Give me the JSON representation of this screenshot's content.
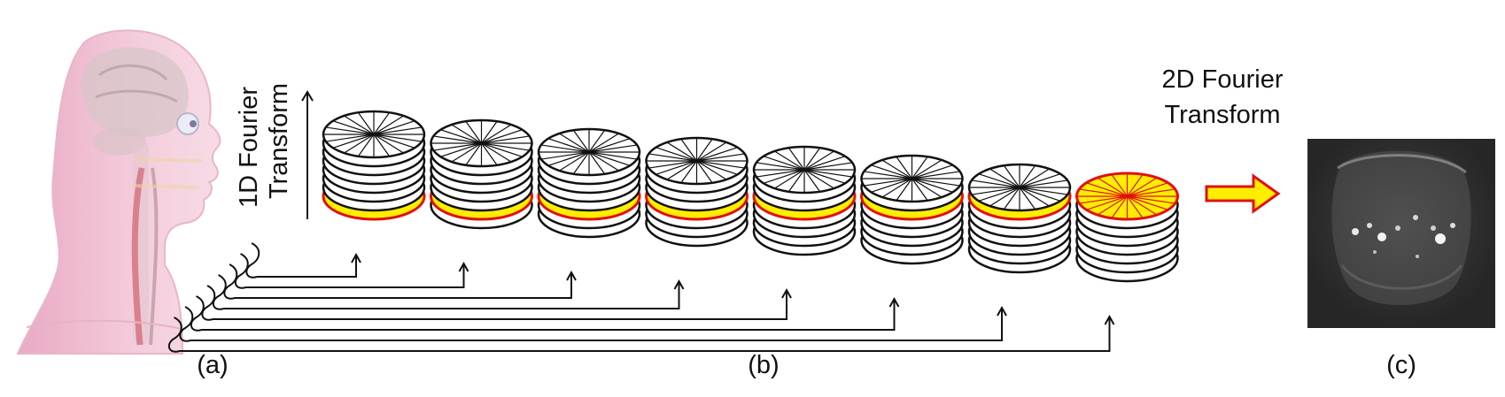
{
  "labels": {
    "panel_a": "(a)",
    "panel_b": "(b)",
    "panel_c": "(c)",
    "ft1d_line1": "1D  Fourier",
    "ft1d_line2": "Transform",
    "ft2d_line1": "2D Fourier",
    "ft2d_line2": "Transform"
  },
  "colors": {
    "highlight_fill": "#ffee00",
    "highlight_stroke": "#e01010",
    "disk_fill": "#ffffff",
    "disk_stroke": "#111111",
    "head_skin": "#f2c4d8",
    "mri_background": "#3a3a3a"
  },
  "stacks": [
    {
      "slices": 8,
      "highlight_slice": 8
    },
    {
      "slices": 8,
      "highlight_slice": 7
    },
    {
      "slices": 8,
      "highlight_slice": 6
    },
    {
      "slices": 8,
      "highlight_slice": 5
    },
    {
      "slices": 8,
      "highlight_slice": 4
    },
    {
      "slices": 8,
      "highlight_slice": 3
    },
    {
      "slices": 8,
      "highlight_slice": 2
    },
    {
      "slices": 8,
      "highlight_slice": 1
    }
  ],
  "icons": {
    "head": "head-anatomy-icon",
    "arrow": "right-arrow-icon",
    "mri": "mri-scan-image"
  }
}
